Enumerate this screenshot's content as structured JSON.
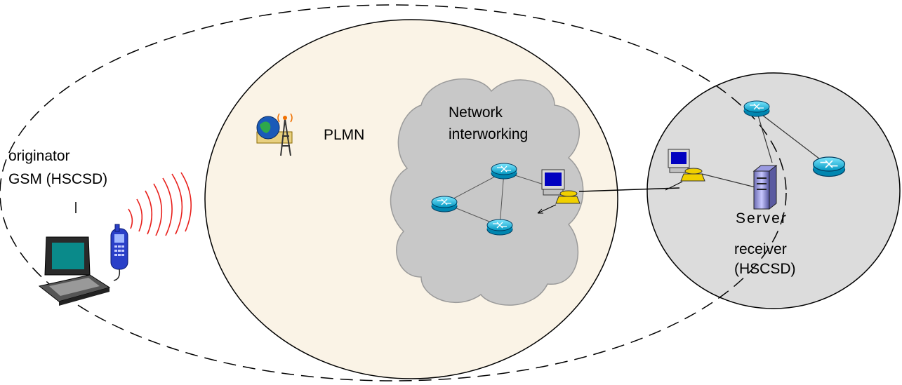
{
  "labels": {
    "originator_line1": "originator",
    "originator_line2": "GSM (HSCSD)",
    "plmn": "PLMN",
    "network_line1": "Network",
    "network_line2": "interworking",
    "server": "Server",
    "receiver_line1": "receiver",
    "receiver_line2": "(HSCSD)"
  },
  "colors": {
    "plmn_fill": "#faf3e6",
    "cloud_fill": "#c8c8c8",
    "right_circle_fill": "#dcdcdc",
    "router": "#00b4d8",
    "radio_waves": "#e8201c",
    "dashed_line": "#000000"
  },
  "icons": [
    "laptop-icon",
    "mobile-phone-icon",
    "radio-waves-icon",
    "globe-antenna-icon",
    "router-icon",
    "workstation-phone-icon",
    "server-icon"
  ]
}
